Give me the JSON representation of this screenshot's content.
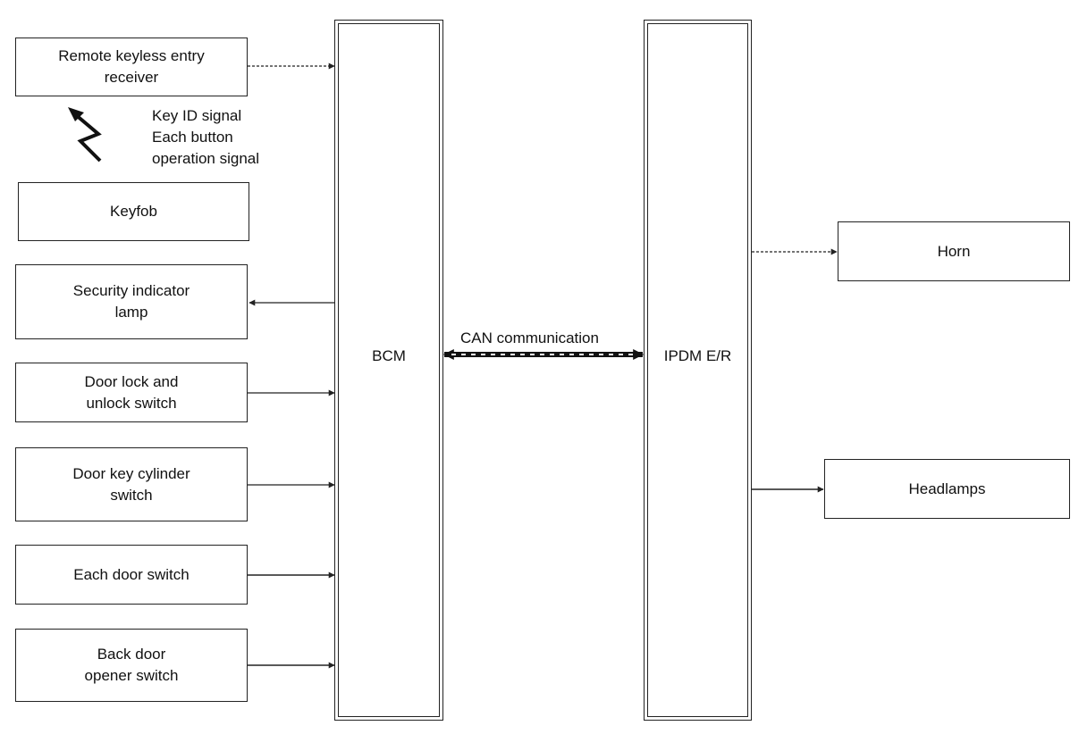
{
  "inputs": {
    "remote_keyless_receiver": "Remote keyless entry\nreceiver",
    "keyfob": "Keyfob",
    "security_indicator_lamp": "Security indicator\nlamp",
    "door_lock_unlock_switch": "Door lock and\nunlock switch",
    "door_key_cylinder_switch": "Door key cylinder\nswitch",
    "each_door_switch": "Each door switch",
    "back_door_opener_switch": "Back door\nopener switch"
  },
  "signal_label": {
    "line1": "Key ID signal",
    "line2": "Each button",
    "line3": "operation signal"
  },
  "modules": {
    "bcm": "BCM",
    "ipdm": "IPDM E/R"
  },
  "can_label": "CAN communication",
  "outputs": {
    "horn": "Horn",
    "headlamps": "Headlamps"
  },
  "icons": {
    "wireless_signal": "lightning-bolt-icon"
  },
  "colors": {
    "line": "#222222",
    "background": "#ffffff"
  }
}
